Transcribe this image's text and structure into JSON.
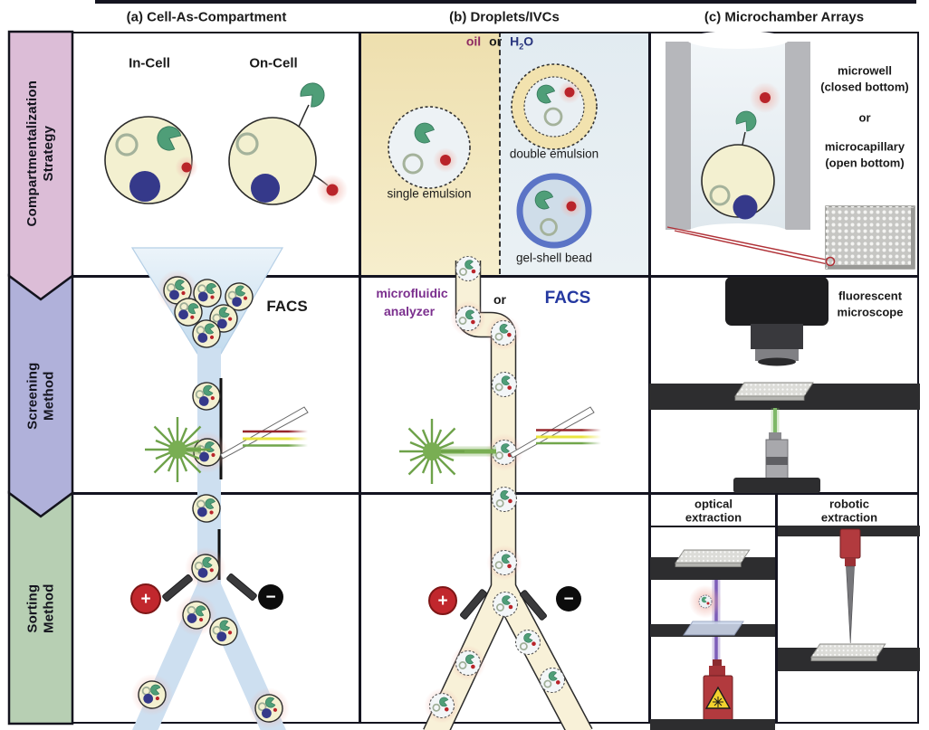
{
  "headers": {
    "a": "(a) Cell-As-Compartment",
    "b": "(b) Droplets/IVCs",
    "c": "(c) Microchamber Arrays"
  },
  "sidebar": {
    "rows": [
      {
        "label": "Compartmentalization Strategy",
        "color": "#dcbdd7"
      },
      {
        "label": "Screening Method",
        "color": "#b0b1da"
      },
      {
        "label": "Sorting Method",
        "color": "#b7cfb3"
      }
    ]
  },
  "panel_a1": {
    "in_cell": "In-Cell",
    "on_cell": "On-Cell"
  },
  "panel_b1": {
    "oil": "oil",
    "or_top": "or",
    "h2o_h": "H",
    "h2o_sub": "2",
    "h2o_o": "O",
    "single": "single emulsion",
    "double": "double emulsion",
    "gel": "gel-shell bead"
  },
  "panel_c1": {
    "microwell_1": "microwell",
    "microwell_2": "(closed bottom)",
    "or": "or",
    "microcap_1": "microcapillary",
    "microcap_2": "(open bottom)"
  },
  "panel_a2": {
    "facs": "FACS"
  },
  "panel_b2": {
    "analyzer_1": "microfluidic",
    "analyzer_2": "analyzer",
    "or": "or",
    "facs": "FACS"
  },
  "panel_c2": {
    "label_1": "fluorescent",
    "label_2": "microscope"
  },
  "panel_a3": {
    "plus": "+",
    "minus": "−"
  },
  "panel_b3": {
    "plus": "+",
    "minus": "−"
  },
  "panel_c3": {
    "optical_1": "optical",
    "optical_2": "extraction",
    "robotic_1": "robotic",
    "robotic_2": "extraction"
  },
  "colors": {
    "pink_band": "#dcbdd7",
    "purple_band": "#b0b1da",
    "green_band": "#b7cfb3",
    "oil_text": "#8e2a62",
    "water_text": "#28357e",
    "facs_blue": "#2438a0",
    "analyzer_purple": "#7b2f8e",
    "plus_red": "#c1272d",
    "minus_black": "#0c0c0c",
    "laser_green": "#79ae53",
    "channel_blue": "#cddff0",
    "channel_cream": "#f8f1d8",
    "enzyme_green": "#4f9e78",
    "nucleus_blue": "#35398a",
    "product_red": "#b9242a"
  }
}
